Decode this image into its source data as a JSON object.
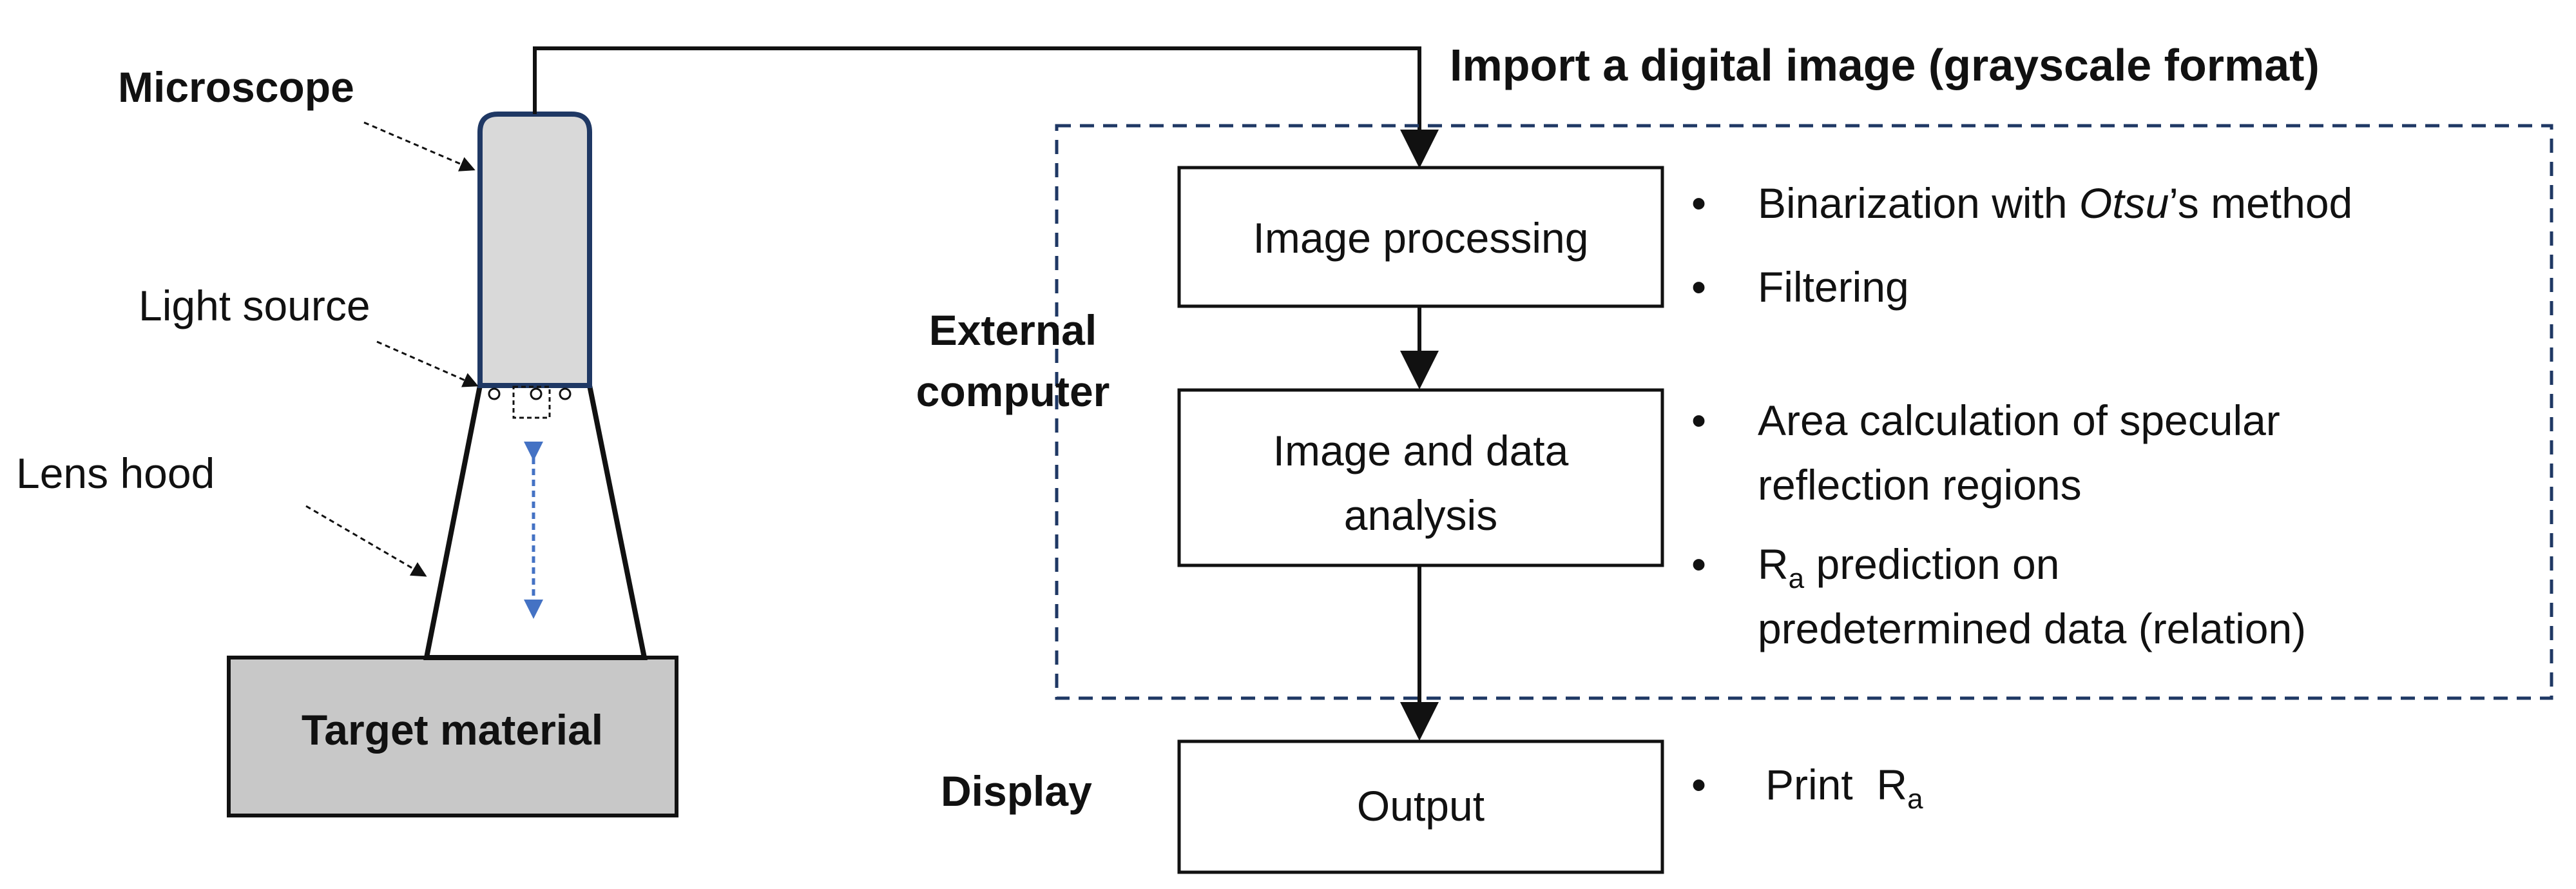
{
  "labels": {
    "microscope": "Microscope",
    "light_source": "Light source",
    "lens_hood": "Lens hood",
    "target_material": "Target material",
    "external_computer_line1": "External",
    "external_computer_line2": "computer",
    "display": "Display",
    "import_title": "Import a digital image (grayscale format)"
  },
  "boxes": {
    "image_processing": "Image processing",
    "analysis_line1": "Image and data",
    "analysis_line2": "analysis",
    "output": "Output"
  },
  "bullets": {
    "marker": "•",
    "binarization_pre": "Binarization with ",
    "binarization_italic": "Otsu",
    "binarization_post": "’s method",
    "filtering": "Filtering",
    "area_line1": "Area calculation of specular",
    "area_line2": "reflection regions",
    "ra_symbol": "R",
    "ra_subscript": "a",
    "ra_pred_rest": " prediction on",
    "ra_pred_line2": "predetermined data (relation)",
    "print_label": "Print  "
  },
  "colors": {
    "microscope_fill": "#d9d9d9",
    "microscope_stroke": "#1f3864",
    "target_fill": "#c8c8c8",
    "arrow_blue": "#4472c4",
    "line": "#111111"
  }
}
